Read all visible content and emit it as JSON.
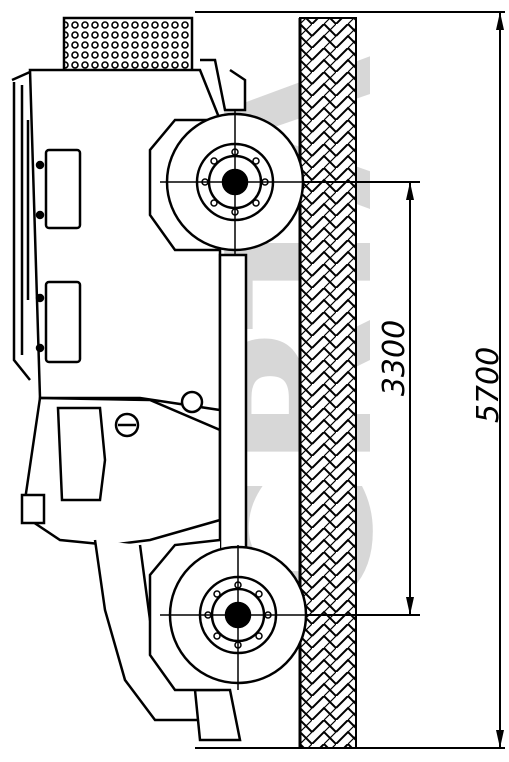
{
  "drawing": {
    "dimensions": {
      "wheelbase": "3300",
      "overall_length": "5700"
    },
    "watermark": "CRTA"
  },
  "colors": {
    "ink": "#000000",
    "paper": "#ffffff",
    "watermark": "#b8b8b8"
  }
}
